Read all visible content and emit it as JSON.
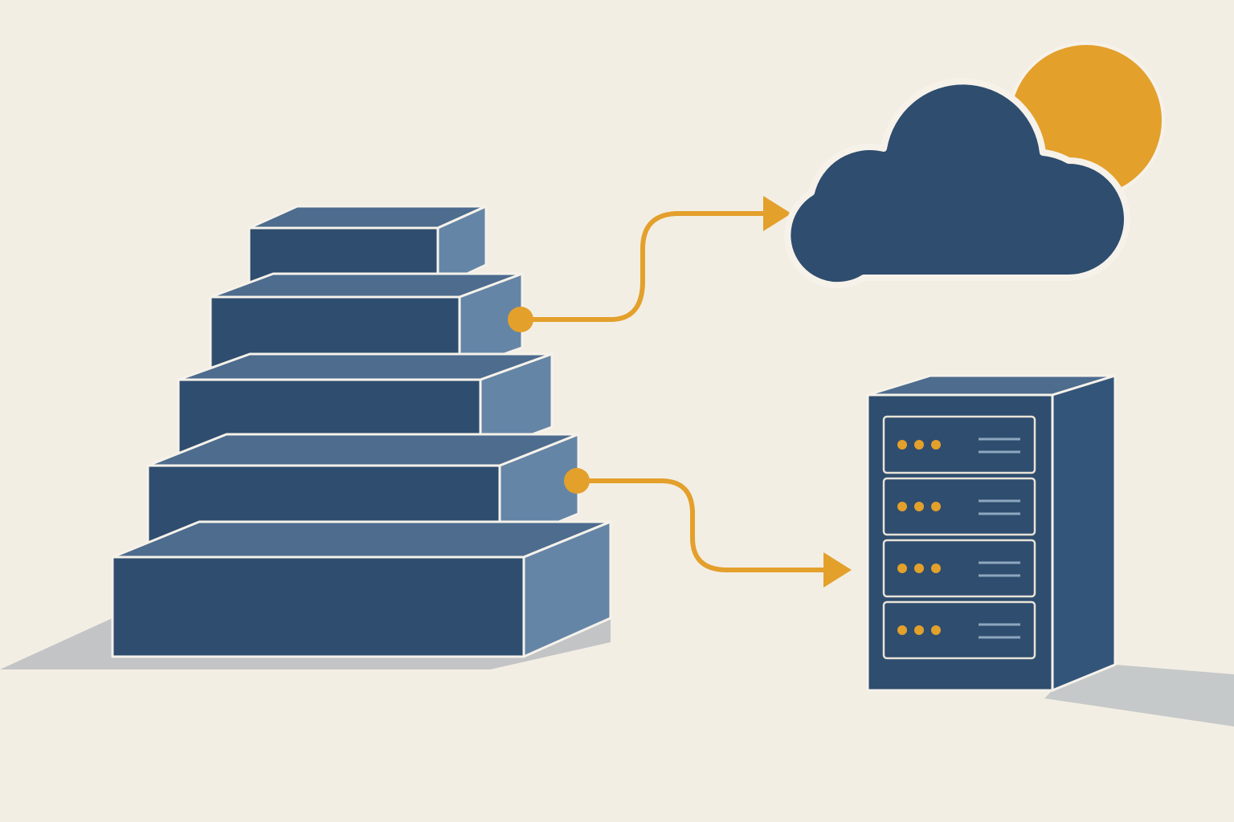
{
  "diagram": {
    "nodes": [
      {
        "id": "layer-stack",
        "icon": "stacked-layers-icon",
        "layers": 5
      },
      {
        "id": "cloud",
        "icon": "cloud-with-sun-icon"
      },
      {
        "id": "server",
        "icon": "server-rack-icon",
        "units": 4,
        "leds_per_unit": 3
      }
    ],
    "edges": [
      {
        "from": "layer-stack",
        "from_layer": 2,
        "to": "cloud"
      },
      {
        "from": "layer-stack",
        "from_layer": 4,
        "to": "server"
      }
    ]
  },
  "colors": {
    "background": "#f3eee4",
    "navy": "#2f4d6e",
    "navy_side": "#6585a6",
    "navy_top": "#4d6c8e",
    "accent": "#e3a02b",
    "shadow": "#9aa3ad",
    "outline": "#f6f2ea"
  }
}
